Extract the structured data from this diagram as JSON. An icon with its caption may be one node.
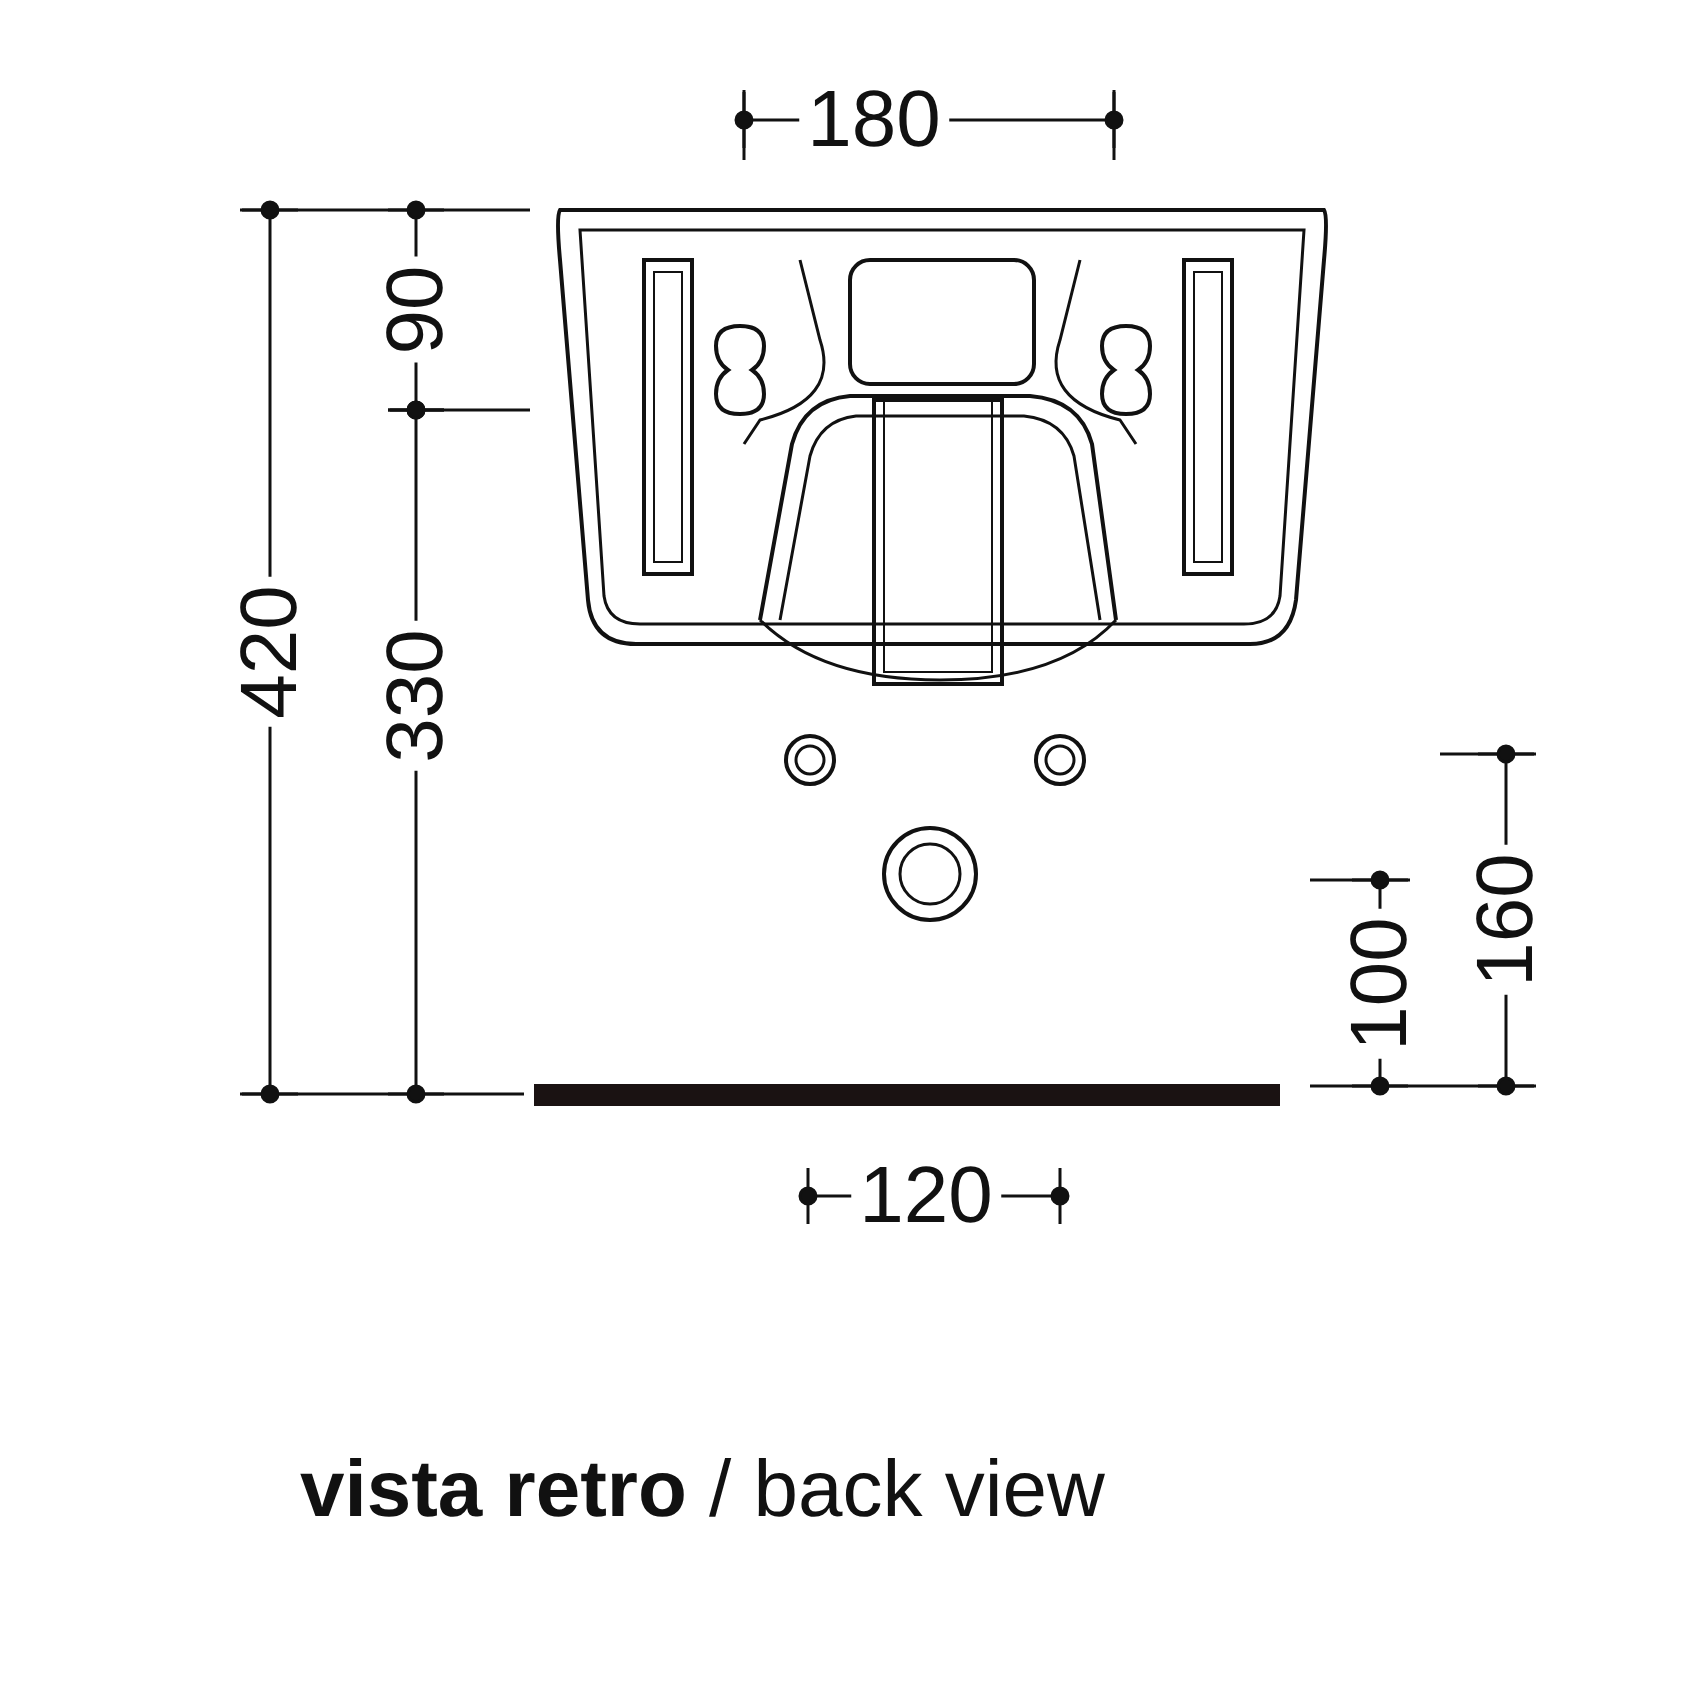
{
  "diagram": {
    "caption": "**vista retro** / back view",
    "labels": [
      "180",
      "90",
      "420",
      "330",
      "160",
      "100",
      "120"
    ]
  }
}
